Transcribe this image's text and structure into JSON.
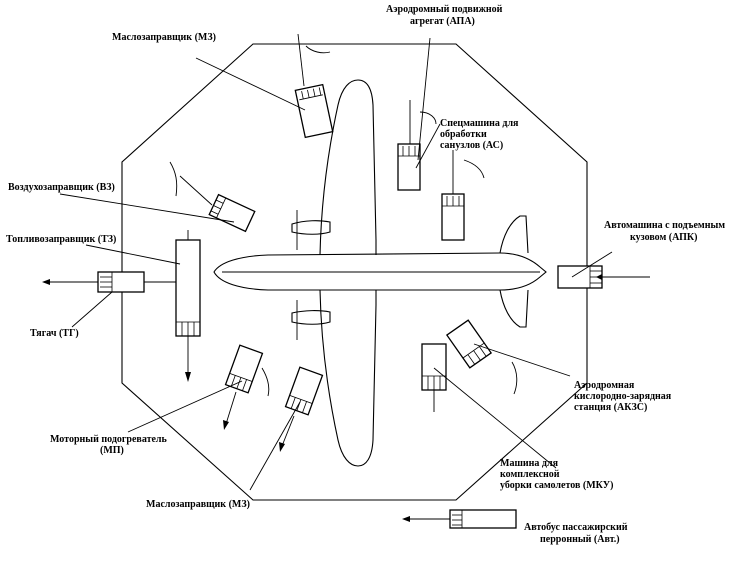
{
  "labels": {
    "mz_top": "Маслозаправщик (МЗ)",
    "apa_1": "Аэродромный подвижной",
    "apa_2": "агрегат (АПА)",
    "as_1": "Спецмашина для",
    "as_2": "обработки",
    "as_3": "санузлов (АС)",
    "vz": "Воздухозаправщик (ВЗ)",
    "tz": "Топливозаправщик (ТЗ)",
    "apk_1": "Автомашина с подъемным",
    "apk_2": "кузовом (АПК)",
    "tg": "Тягач (ТГ)",
    "akzs_1": "Аэродромная",
    "akzs_2": "кислородно-зарядная",
    "akzs_3": "станция (АКЗС)",
    "mp_1": "Моторный подогреватель",
    "mp_2": "(МП)",
    "mku_1": "Машина для",
    "mku_2": "комплексной",
    "mku_3": "уборки самолетов (МКУ)",
    "mz_bottom": "Маслозаправщик (МЗ)",
    "avt_1": "Автобус пассажирский",
    "avt_2": "перронный (Авт.)"
  }
}
